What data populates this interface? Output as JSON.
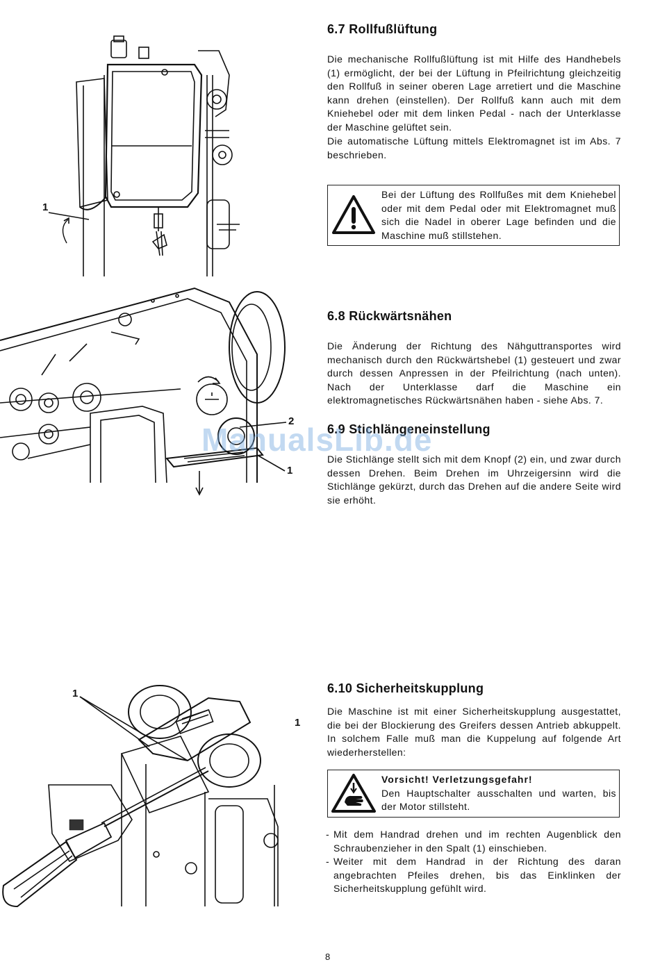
{
  "sections": {
    "s67": {
      "title": "6.7 Rollfußlüftung",
      "p1": "Die mechanische Rollfußlüftung ist mit Hilfe des Handhebels (1) ermöglicht, der bei der Lüftung in Pfeilrichtung gleichzeitig den Rollfuß in seiner oberen Lage arretiert und die Maschine kann drehen (einstellen). Der Rollfuß kann auch mit dem Kniehebel oder mit dem linken Pedal - nach der Unterklasse der Maschine gelüftet sein.",
      "p2": "Die automatische Lüftung mittels Elektromagnet ist im Abs. 7 beschrieben.",
      "warning": "Bei der Lüftung des Rollfußes mit dem Kniehebel oder mit dem Pedal oder mit Elektromagnet muß sich die Nadel in oberer Lage befinden und die Maschine muß stillstehen."
    },
    "s68": {
      "title": "6.8 Rückwärtsnähen",
      "p1": "Die Änderung der Richtung des Nähguttransportes wird mechanisch durch den Rückwärtshebel (1) gesteuert und zwar durch dessen Anpressen in der Pfeilrichtung (nach unten). Nach der Unterklasse darf die Maschine ein elektromagnetisches Rückwärtsnähen haben - siehe Abs. 7."
    },
    "s69": {
      "title": "6.9 Stichlängeneinstellung",
      "p1": "Die Stichlänge stellt sich mit dem Knopf (2) ein, und zwar durch dessen Drehen. Beim Drehen im Uhrzeigersinn wird die Stichlänge gekürzt, durch das Drehen auf die andere Seite wird sie erhöht."
    },
    "s610": {
      "title": "6.10 Sicherheitskupplung",
      "p1": "Die Maschine ist mit einer Sicherheitskupplung ausgestattet, die bei der Blockierung des Greifers dessen Antrieb abkuppelt. In solchem Falle muß man die Kuppelung auf folgende Art wiederherstellen:",
      "warning_title": "Vorsicht! Verletzungsgefahr!",
      "warning": "Den Hauptschalter ausschalten und warten, bis der Motor stillsteht.",
      "steps": [
        "Mit dem Handrad drehen und im rechten Augenblick den Schraubenzieher in den Spalt (1) einschieben.",
        "Weiter mit dem Handrad in der Richtung des daran angebrachten Pfeiles drehen, bis das Einklinken der Sicherheitskupplung gefühlt wird."
      ]
    }
  },
  "figures": {
    "fig1": {
      "callout_1": "1"
    },
    "fig2": {
      "callout_1": "1",
      "callout_2": "2"
    },
    "fig3": {
      "callout_1a": "1",
      "callout_1b": "1"
    }
  },
  "icons": {
    "warning_triangle": "warning-triangle-icon",
    "hand_injury": "hand-injury-warning-icon"
  },
  "bullet_dash": "-",
  "watermark": "ManualsLib.de",
  "page_number": "8",
  "colors": {
    "ink": "#111111",
    "watermark": "#78AAE1"
  }
}
